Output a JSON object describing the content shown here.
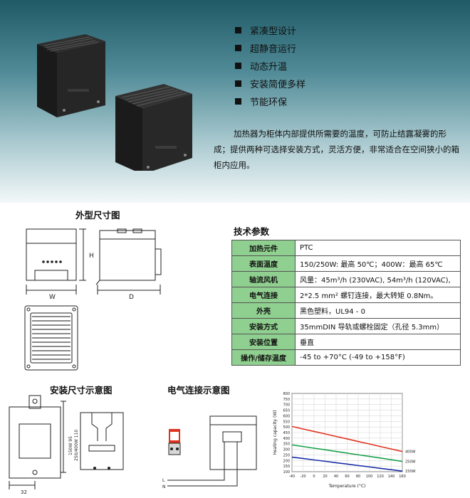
{
  "features": [
    "紧凑型设计",
    "超静音运行",
    "动态升温",
    "安装简便多样",
    "节能环保"
  ],
  "description": "加热器为柜体内部提供所需要的温度，可防止结露凝雾的形成；提供两种可选择安装方式，灵活方便，非常适合在空间狭小的箱柜内应用。",
  "sections": {
    "dimensions": "外型尺寸图",
    "specs": "技术参数",
    "mounting": "安装尺寸示意图",
    "wiring": "电气连接示意图"
  },
  "dimension_labels": {
    "height": "H",
    "width": "W",
    "depth": "D"
  },
  "mounting_labels": {
    "v1": "150W 95",
    "v2": "250/400W 110",
    "h": "32"
  },
  "wiring_labels": {
    "l": "L",
    "n": "N"
  },
  "specs": [
    {
      "key": "加热元件",
      "value": "PTC"
    },
    {
      "key": "表面温度",
      "value": "150/250W: 最高 50℃；400W：最高 65℃"
    },
    {
      "key": "轴流风机",
      "value": "风量：45m³/h (230VAC), 54m³/h (120VAC),"
    },
    {
      "key": "电气连接",
      "value": "2*2.5 mm² 螺钉连接，最大转矩 0.8Nm。"
    },
    {
      "key": "外壳",
      "value": "黑色塑料，UL94 - 0"
    },
    {
      "key": "安装方式",
      "value": "35mmDIN 导轨或螺栓固定（孔径 5.3mm）"
    },
    {
      "key": "安装位置",
      "value": "垂直"
    },
    {
      "key": "操作/储存温度",
      "value": "-45 to +70°C (-49 to +158°F)"
    }
  ],
  "chart_data": {
    "type": "line",
    "x": [
      -40,
      -20,
      0,
      20,
      40,
      60,
      80,
      100,
      120,
      140,
      160
    ],
    "series": [
      {
        "name": "400W",
        "color": "#e0331f",
        "values": [
          505,
          482,
          460,
          438,
          415,
          393,
          370,
          348,
          325,
          303,
          280
        ]
      },
      {
        "name": "250W",
        "color": "#19a24a",
        "values": [
          340,
          325,
          310,
          296,
          281,
          266,
          251,
          237,
          222,
          207,
          192
        ]
      },
      {
        "name": "150W",
        "color": "#1a2fa6",
        "values": [
          230,
          218,
          205,
          193,
          180,
          168,
          155,
          143,
          130,
          118,
          105
        ]
      }
    ],
    "xticks": [
      "-40",
      "-20",
      "0",
      "20",
      "40",
      "60",
      "80",
      "100",
      "120",
      "140",
      "160"
    ],
    "yticks": [
      "100",
      "150",
      "200",
      "250",
      "300",
      "350",
      "400",
      "450",
      "500",
      "550",
      "600",
      "650",
      "700",
      "750",
      "800"
    ],
    "xlabel": "Temperature (°C)",
    "ylabel": "Heating capacity (W)",
    "xlim": [
      -40,
      160
    ],
    "ylim": [
      100,
      800
    ]
  }
}
